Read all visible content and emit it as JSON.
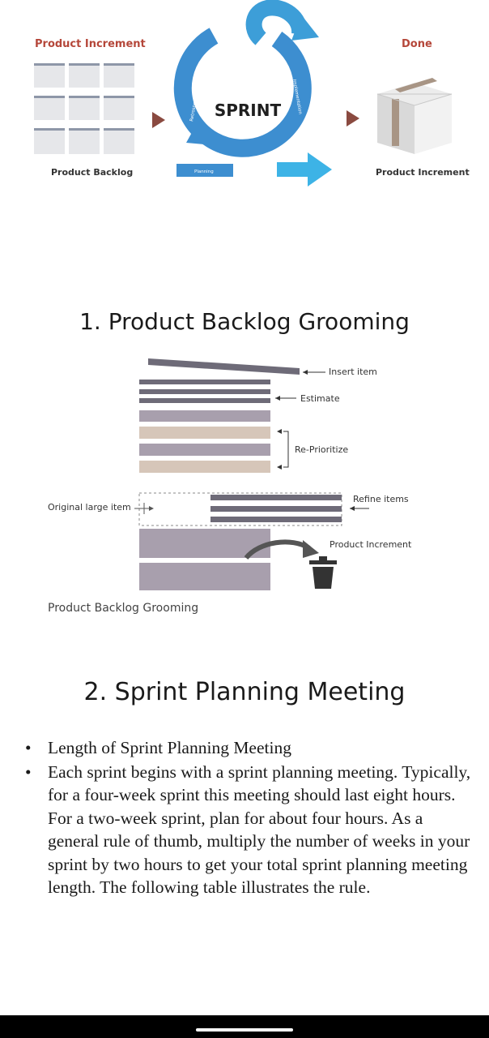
{
  "sprint_figure": {
    "product_increment_left": "Product Increment",
    "product_backlog": "Product Backlog",
    "sprint": "SPRINT",
    "done": "Done",
    "product_increment_right": "Product Increment",
    "cycle_labels": [
      "Retrospect",
      "Refine",
      "Implementation",
      "Planning"
    ],
    "colors": {
      "accent_red": "#b5473a",
      "sprint_blue": "#3d8ed0",
      "arrow_brown": "#8a4a40"
    }
  },
  "section1": {
    "title": "1. Product Backlog Grooming",
    "figure": {
      "insert_item": "Insert item",
      "estimate": "Estimate",
      "re_prioritize": "Re-Prioritize",
      "original_large_item": "Original large item",
      "refine_items": "Refine items",
      "product_increment": "Product Increment"
    },
    "caption": "Product Backlog Grooming"
  },
  "section2": {
    "title": "2. Sprint Planning Meeting",
    "bullets": [
      "Length of Sprint Planning Meeting",
      "Each sprint begins with a sprint planning meeting. Typically, for a four-week sprint this meeting should last eight hours. For a two-week sprint, plan for about four hours. As a general rule of thumb, multiply the number of weeks in your sprint by two hours to get your total sprint planning meeting length. The following table illustrates the rule."
    ]
  }
}
